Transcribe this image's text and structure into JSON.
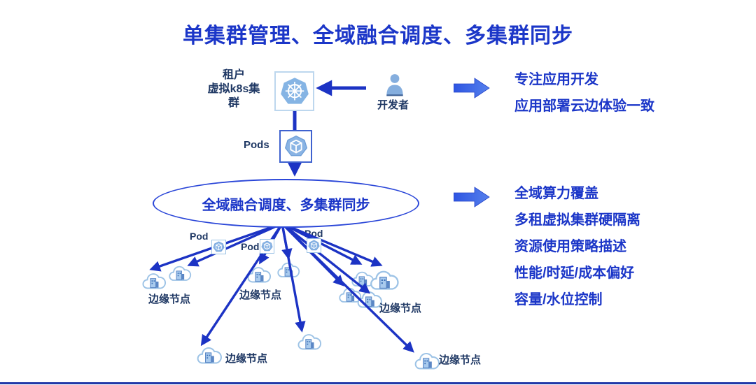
{
  "title": "单集群管理、全域融合调度、多集群同步",
  "colors": {
    "accent_blue": "#1b36c8",
    "arrow_blue": "#1c33c4",
    "navy_text": "#1f3864",
    "icon_blue": "#85b4e4",
    "cloud_outline": "#9dc3e6",
    "bottom_rule": "#2238a8"
  },
  "top_flow": {
    "tenant_cluster_label": "租户\n虚拟k8s集\n群",
    "k8s_icon": "kubernetes-helm-wheel",
    "pods_label": "Pods",
    "pods_icon": "pod-cube",
    "developer_label": "开发者",
    "developer_icon": "person"
  },
  "scheduler_ellipse": {
    "label": "全域融合调度、多集群同步"
  },
  "benefits_top": {
    "lines": [
      "专注应用开发",
      "应用部署云边体验一致"
    ]
  },
  "benefits_bottom": {
    "lines": [
      "全域算力覆盖",
      "多租虚拟集群硬隔离",
      "资源使用策略描述",
      "性能/时延/成本偏好",
      "容量/水位控制"
    ]
  },
  "pods": {
    "labels": [
      "Pod",
      "Pod",
      "Pod"
    ]
  },
  "edge_nodes": {
    "icon": "cloud-server",
    "labels": [
      "边缘节点",
      "边缘节点",
      "边缘节点",
      "边缘节点",
      "边缘节点"
    ]
  }
}
